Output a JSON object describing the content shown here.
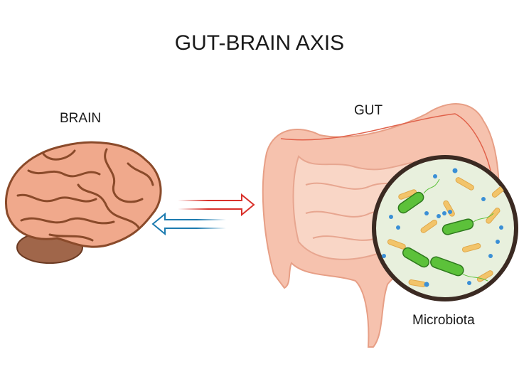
{
  "title": "GUT-BRAIN AXIS",
  "labels": {
    "brain": "BRAIN",
    "gut": "GUT",
    "microbiota": "Microbiota"
  },
  "colors": {
    "brain": "#f0a98c",
    "brain_folds": "#8a4a2a",
    "cerebellum": "#a0664a",
    "gut": "#f6c2ae",
    "arrow_to_gut": "#d9312b",
    "arrow_to_brain": "#1c7bb0",
    "bacteria_green": "#5cc13a",
    "bacteria_blue": "#3a8fd6",
    "bacteria_yellow": "#f2c46a"
  }
}
